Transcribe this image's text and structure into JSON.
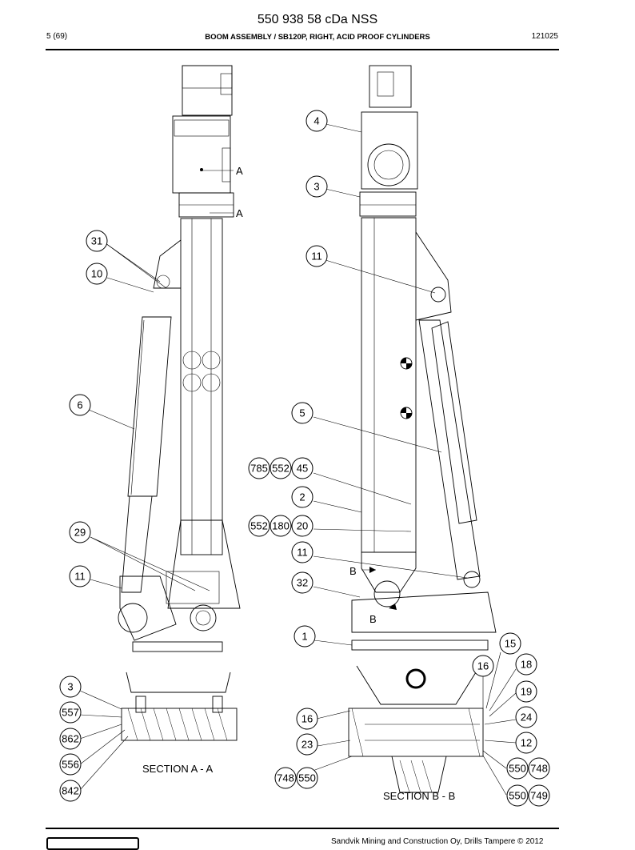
{
  "header": {
    "doc_id": "550 938 58 cDa NSS",
    "page": "5 (69)",
    "title": "BOOM ASSEMBLY / SB120P, RIGHT, ACID PROOF CYLINDERS",
    "code": "121025"
  },
  "labels": {
    "section_a": "SECTION A - A",
    "section_b": "SECTION B - B",
    "a_upper": "A",
    "a_lower": "A",
    "b_upper": "B",
    "b_lower": "B"
  },
  "callouts": {
    "c4": "4",
    "c3": "3",
    "c31": "31",
    "c10": "10",
    "c11a": "11",
    "c6": "6",
    "c5": "5",
    "c785": "785",
    "c552a": "552",
    "c45": "45",
    "c2": "2",
    "c552b": "552",
    "c180": "180",
    "c20": "20",
    "c29": "29",
    "c11b": "11",
    "c11c": "11",
    "c32": "32",
    "c1": "1",
    "c15": "15",
    "c16a": "16",
    "c18": "18",
    "c3b": "3",
    "c19": "19",
    "c557": "557",
    "c16b": "16",
    "c24": "24",
    "c862": "862",
    "c23": "23",
    "c12": "12",
    "c556": "556",
    "c550a": "550",
    "c748a": "748",
    "c748b": "748",
    "c550b": "550",
    "c842": "842",
    "c550c": "550",
    "c749": "749"
  },
  "footer": {
    "text": "Sandvik Mining and Construction Oy, Drills Tampere © 2012"
  }
}
